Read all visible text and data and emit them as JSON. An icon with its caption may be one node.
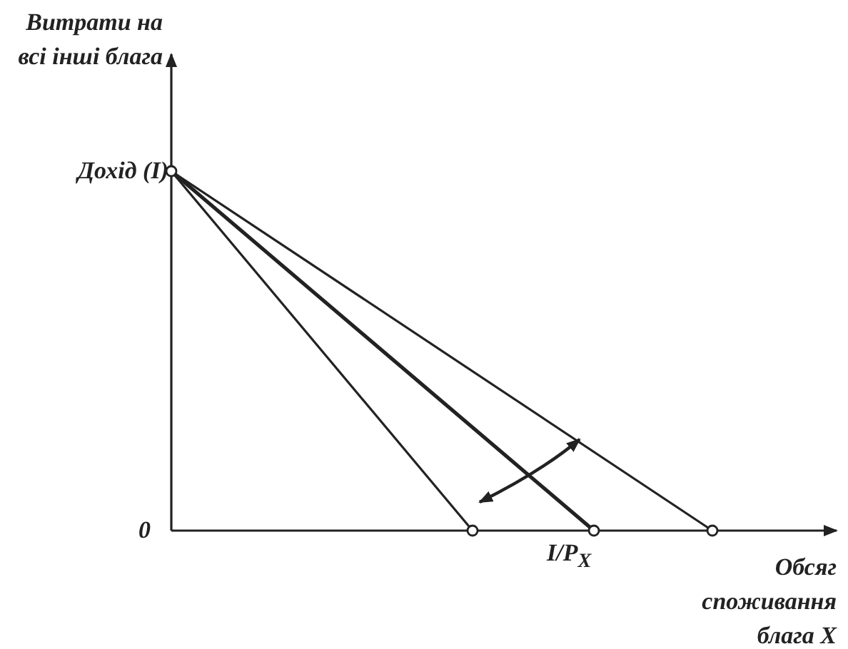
{
  "diagram": {
    "labels": [
      "Витрати на всі інші блага",
      "Дохід (I)",
      "0",
      "I/P$_{X}$",
      "Обсяг споживання блага X"
    ]
  }
}
